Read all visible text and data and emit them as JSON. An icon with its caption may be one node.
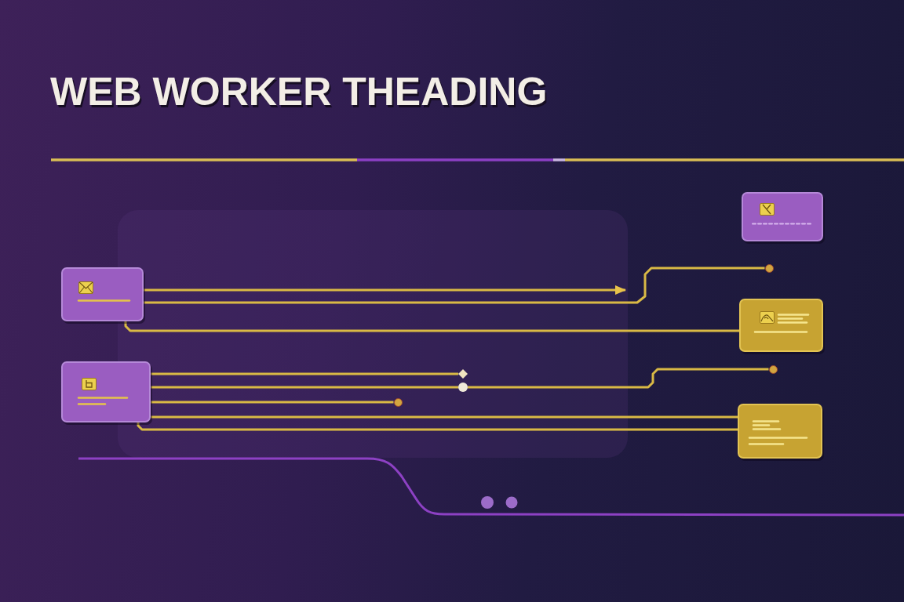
{
  "diagram": {
    "title": "WEB WORKER THEADING",
    "nodes": [
      {
        "text": [],
        "shape": "box"
      },
      {
        "text": [],
        "shape": "box"
      },
      {
        "text": [],
        "shape": "box"
      },
      {
        "text": [],
        "shape": "box"
      },
      {
        "text": [],
        "shape": "box"
      },
      {
        "text": [],
        "shape": "circle"
      },
      {
        "text": [],
        "shape": "diamond"
      },
      {
        "text": [],
        "shape": "circle"
      },
      {
        "text": [],
        "shape": "circle"
      },
      {
        "text": [],
        "shape": "circle"
      }
    ],
    "edges": [
      {
        "from": 0,
        "to": null,
        "arrow": "to"
      },
      {
        "from": 0,
        "to": 5,
        "arrow": "none"
      },
      {
        "from": 0,
        "to": 3,
        "arrow": "none"
      },
      {
        "from": 1,
        "to": 6,
        "arrow": "none"
      },
      {
        "from": 1,
        "to": 7,
        "arrow": "none"
      },
      {
        "from": 7,
        "to": 8,
        "arrow": "none"
      },
      {
        "from": 1,
        "to": 9,
        "arrow": "none"
      },
      {
        "from": 1,
        "to": 4,
        "arrow": "none"
      },
      {
        "from": 1,
        "to": 4,
        "arrow": "none"
      }
    ]
  }
}
